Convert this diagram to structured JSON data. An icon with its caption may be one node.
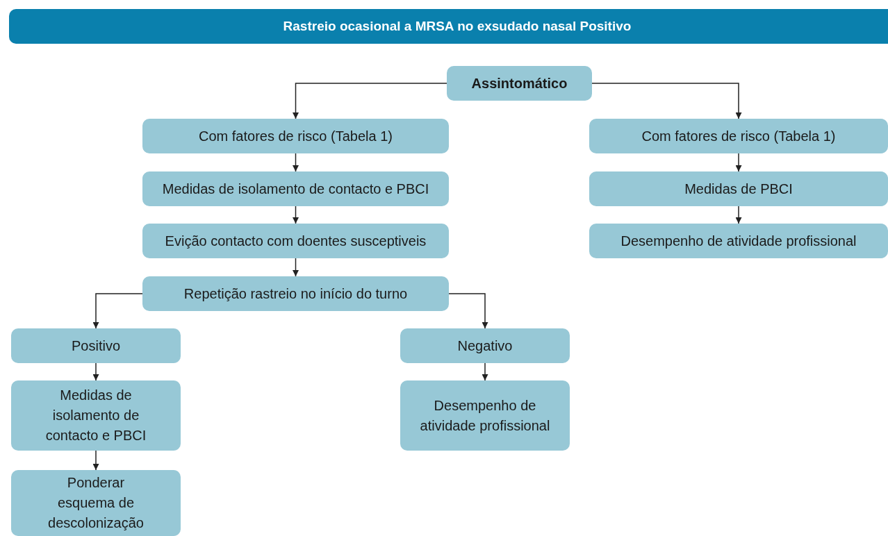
{
  "diagram": {
    "title": "Rastreio ocasional a MRSA no exsudado nasal Positivo",
    "nodes": [
      {
        "text": [
          "Assintomático"
        ]
      },
      {
        "text": [
          "Com fatores de risco (Tabela 1)"
        ]
      },
      {
        "text": [
          "Medidas de isolamento de contacto e PBCI"
        ]
      },
      {
        "text": [
          "Evição contacto com doentes susceptiveis"
        ]
      },
      {
        "text": [
          "Repetição rastreio no início do turno"
        ]
      },
      {
        "text": [
          "Com fatores de risco (Tabela 1)"
        ]
      },
      {
        "text": [
          "Medidas de PBCI"
        ]
      },
      {
        "text": [
          "Desempenho de atividade profissional"
        ]
      },
      {
        "text": [
          "Positivo"
        ]
      },
      {
        "text": [
          "Medidas de isolamento de contacto e PBCI"
        ]
      },
      {
        "text": [
          "Ponderar esquema de descolonização"
        ]
      },
      {
        "text": [
          "Negativo"
        ]
      },
      {
        "text": [
          "Desempenho de atividade profissional"
        ]
      }
    ],
    "edges": [
      {
        "from": 0,
        "to": 1,
        "arrow": "to"
      },
      {
        "from": 0,
        "to": 5,
        "arrow": "to"
      },
      {
        "from": 1,
        "to": 2,
        "arrow": "to"
      },
      {
        "from": 2,
        "to": 3,
        "arrow": "to"
      },
      {
        "from": 3,
        "to": 4,
        "arrow": "to"
      },
      {
        "from": 4,
        "to": 8,
        "arrow": "to"
      },
      {
        "from": 4,
        "to": 11,
        "arrow": "to"
      },
      {
        "from": 8,
        "to": 9,
        "arrow": "to"
      },
      {
        "from": 9,
        "to": 10,
        "arrow": "to"
      },
      {
        "from": 11,
        "to": 12,
        "arrow": "to"
      },
      {
        "from": 5,
        "to": 6,
        "arrow": "to"
      },
      {
        "from": 6,
        "to": 7,
        "arrow": "to"
      }
    ]
  }
}
